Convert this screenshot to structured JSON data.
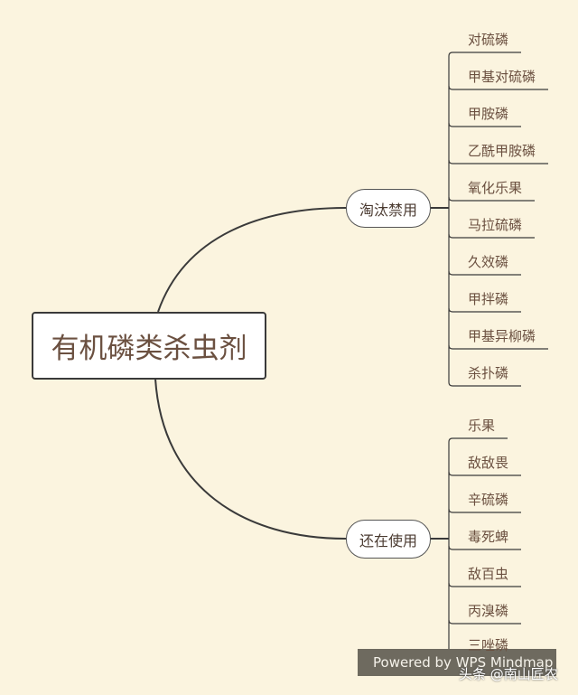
{
  "root": {
    "label": "有机磷类杀虫剂"
  },
  "branches": [
    {
      "label": "淘汰禁用",
      "children": [
        "对硫磷",
        "甲基对硫磷",
        "甲胺磷",
        "乙酰甲胺磷",
        "氧化乐果",
        "马拉硫磷",
        "久效磷",
        "甲拌磷",
        "甲基异柳磷",
        "杀扑磷"
      ]
    },
    {
      "label": "还在使用",
      "children": [
        "乐果",
        "敌敌畏",
        "辛硫磷",
        "毒死蜱",
        "敌百虫",
        "丙溴磷",
        "三唑磷"
      ]
    }
  ],
  "watermark": {
    "text": "Powered by WPS Mindmap",
    "credit": "头条 @南山匠农"
  },
  "colors": {
    "background": "#fbf4df",
    "text": "#6b5040",
    "line": "#3a3a3a"
  }
}
